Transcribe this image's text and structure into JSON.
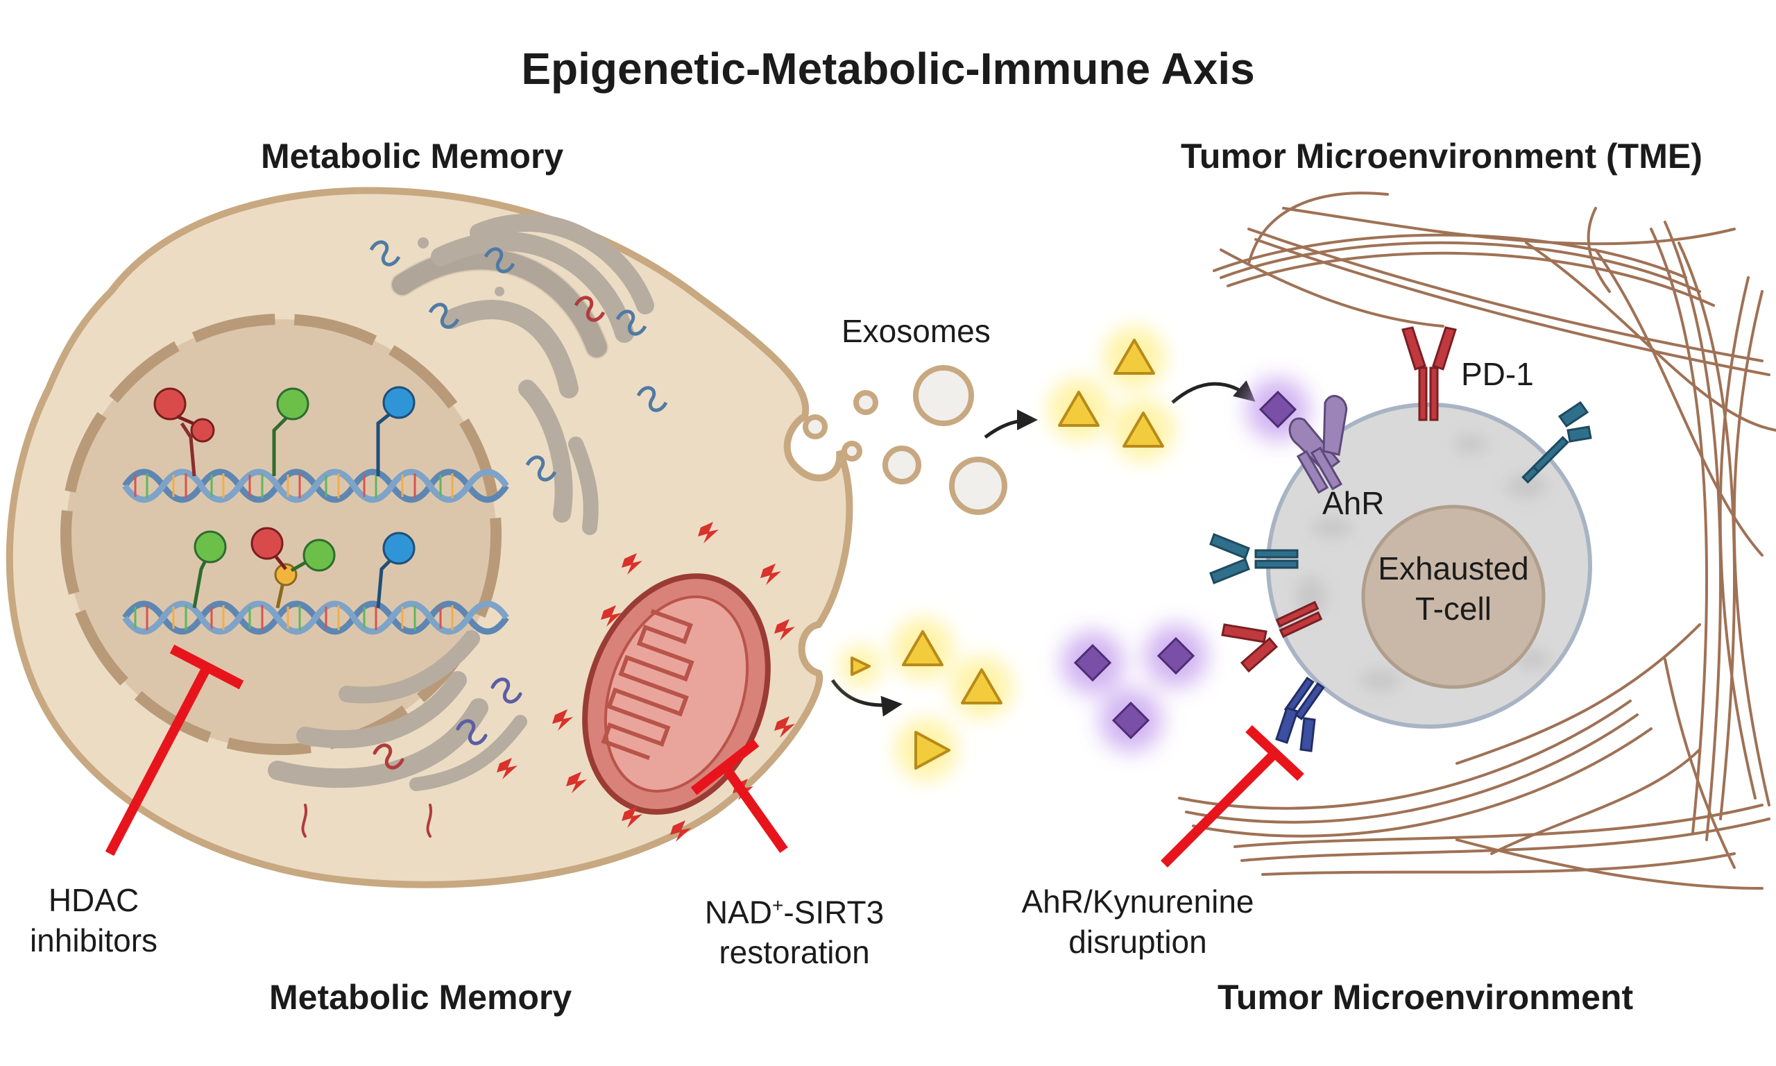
{
  "title": "Epigenetic-Metabolic-Immune Axis",
  "headings": {
    "metabolic_memory_top": "Metabolic Memory",
    "tme_top": "Tumor Microenvironment (TME)",
    "metabolic_memory_bottom": "Metabolic Memory",
    "tme_bottom": "Tumor Microenvironment"
  },
  "labels": {
    "exosomes": "Exosomes",
    "pd1": "PD-1",
    "ahr": "AhR",
    "tcell_line1": "Exhausted",
    "tcell_line2": "T-cell"
  },
  "interventions": {
    "hdac_line1": "HDAC",
    "hdac_line2": "inhibitors",
    "nad_main": "NAD",
    "nad_sup": "+",
    "nad_rest": "-SIRT3",
    "nad_line2": "restoration",
    "ahr_line1": "AhR/Kynurenine",
    "ahr_line2": "disruption"
  },
  "colors": {
    "cell_fill": "#ecdcc4",
    "cell_stroke": "#c7a880",
    "nucleus_fill": "#dcc6ab",
    "inhibitor_red": "#e8141c",
    "metabolite_yellow": "#f2cc3c",
    "kynurenine_purple": "#7a4fa8",
    "collagen_brown": "#9a6a4c",
    "tcell_fill": "#d9d9d9",
    "mito_fill": "#d9827a",
    "dna_blue": "#5d86b3"
  }
}
